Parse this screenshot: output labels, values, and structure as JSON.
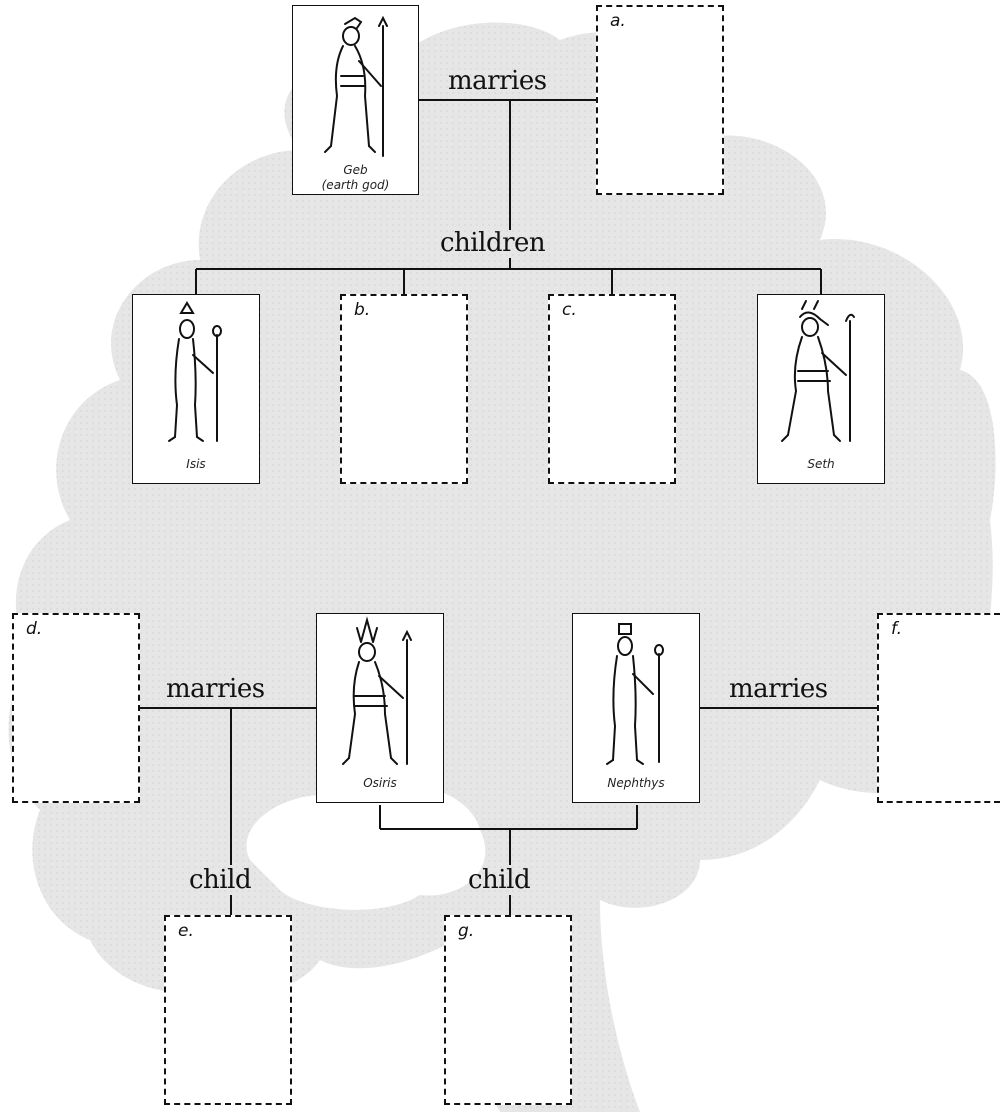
{
  "relations": {
    "geb_marries": "marries",
    "children": "children",
    "d_marries": "marries",
    "f_marries": "marries",
    "child_e": "child",
    "child_g": "child"
  },
  "cards": {
    "geb": {
      "caption_1": "Geb",
      "caption_2": "(earth god)",
      "figure_icon": "falcon-headed-god-with-staff"
    },
    "isis": {
      "caption": "Isis",
      "figure_icon": "goddess-with-throne-headdress"
    },
    "seth": {
      "caption": "Seth",
      "figure_icon": "animal-headed-god-with-staff"
    },
    "osiris": {
      "caption": "Osiris",
      "figure_icon": "god-with-atef-crown"
    },
    "nephthys": {
      "caption": "Nephthys",
      "figure_icon": "goddess-with-house-headdress"
    }
  },
  "blanks": {
    "a": "a.",
    "b": "b.",
    "c": "c.",
    "d": "d.",
    "e": "e.",
    "f": "f.",
    "g": "g."
  },
  "colors": {
    "background_tree": "#e6e6e6",
    "lines": "#111111"
  }
}
